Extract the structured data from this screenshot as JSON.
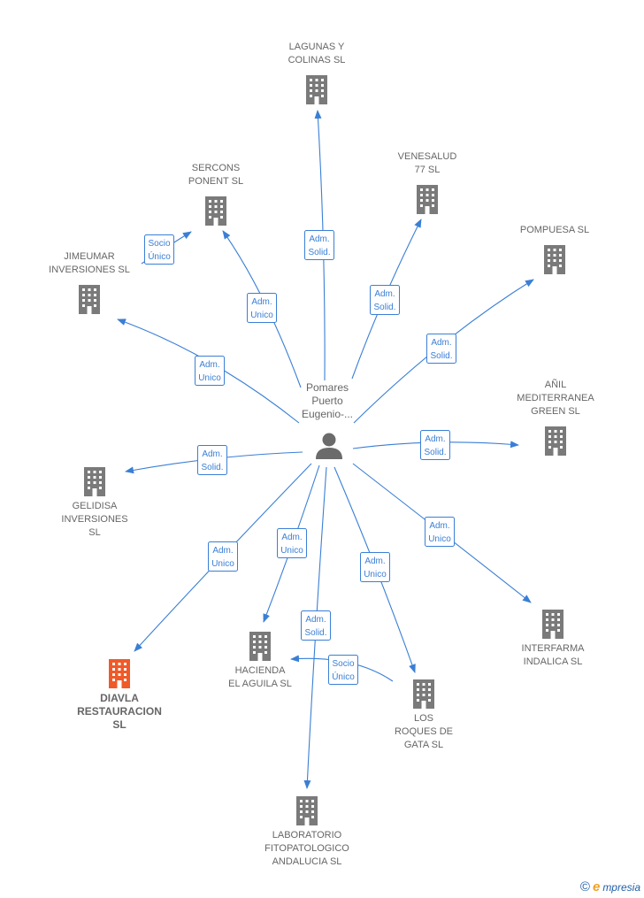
{
  "center": {
    "label_lines": [
      "Pomares",
      "Puerto",
      "Eugenio-..."
    ],
    "icon": "person-icon"
  },
  "nodes": [
    {
      "id": "lagunas",
      "label_lines": [
        "LAGUNAS Y",
        "COLINAS  SL"
      ],
      "highlight": false
    },
    {
      "id": "venesalud",
      "label_lines": [
        "VENESALUD",
        "77  SL"
      ],
      "highlight": false
    },
    {
      "id": "sercons",
      "label_lines": [
        "SERCONS",
        "PONENT SL"
      ],
      "highlight": false
    },
    {
      "id": "pompuesa",
      "label_lines": [
        "POMPUESA  SL"
      ],
      "highlight": false
    },
    {
      "id": "jimeumar",
      "label_lines": [
        "JIMEUMAR",
        "INVERSIONES SL"
      ],
      "highlight": false
    },
    {
      "id": "anil",
      "label_lines": [
        "AÑIL",
        "MEDITERRANEA",
        "GREEN  SL"
      ],
      "highlight": false
    },
    {
      "id": "gelidisa",
      "label_lines": [
        "GELIDISA",
        "INVERSIONES",
        "SL"
      ],
      "highlight": false
    },
    {
      "id": "interfarma",
      "label_lines": [
        "INTERFARMA",
        "INDALICA  SL"
      ],
      "highlight": false
    },
    {
      "id": "diavla",
      "label_lines": [
        "DIAVLA",
        "RESTAURACION",
        "SL"
      ],
      "highlight": true
    },
    {
      "id": "hacienda",
      "label_lines": [
        "HACIENDA",
        "EL AGUILA  SL"
      ],
      "highlight": false
    },
    {
      "id": "roques",
      "label_lines": [
        "LOS",
        "ROQUES DE",
        "GATA  SL"
      ],
      "highlight": false
    },
    {
      "id": "laboratorio",
      "label_lines": [
        "LABORATORIO",
        "FITOPATOLOGICO",
        "ANDALUCIA  SL"
      ],
      "highlight": false
    }
  ],
  "edges": [
    {
      "from": "center",
      "to": "lagunas",
      "label_lines": [
        "Adm.",
        "Solid."
      ]
    },
    {
      "from": "center",
      "to": "venesalud",
      "label_lines": [
        "Adm.",
        "Solid."
      ]
    },
    {
      "from": "center",
      "to": "sercons",
      "label_lines": [
        "Adm.",
        "Unico"
      ]
    },
    {
      "from": "center",
      "to": "pompuesa",
      "label_lines": [
        "Adm.",
        "Solid."
      ]
    },
    {
      "from": "center",
      "to": "jimeumar",
      "label_lines": [
        "Adm.",
        "Unico"
      ]
    },
    {
      "from": "jimeumar",
      "to": "sercons",
      "label_lines": [
        "Socio",
        "Único"
      ]
    },
    {
      "from": "center",
      "to": "anil",
      "label_lines": [
        "Adm.",
        "Solid."
      ]
    },
    {
      "from": "center",
      "to": "gelidisa",
      "label_lines": [
        "Adm.",
        "Solid."
      ]
    },
    {
      "from": "center",
      "to": "interfarma",
      "label_lines": [
        "Adm.",
        "Unico"
      ]
    },
    {
      "from": "center",
      "to": "diavla",
      "label_lines": [
        "Adm.",
        "Unico"
      ]
    },
    {
      "from": "center",
      "to": "hacienda",
      "label_lines": [
        "Adm.",
        "Unico"
      ]
    },
    {
      "from": "center",
      "to": "roques",
      "label_lines": [
        "Adm.",
        "Unico"
      ]
    },
    {
      "from": "center",
      "to": "laboratorio",
      "label_lines": [
        "Adm.",
        "Solid."
      ]
    },
    {
      "from": "roques",
      "to": "hacienda",
      "label_lines": [
        "Socio",
        "Único"
      ]
    }
  ],
  "colors": {
    "edge": "#3a7fd5",
    "building": "#7a7a7a",
    "building_highlight": "#f05a28",
    "person": "#6b6b6b",
    "label": "#666666"
  },
  "brand": {
    "copyright": "©",
    "e": "e",
    "rest": "mpresia"
  }
}
